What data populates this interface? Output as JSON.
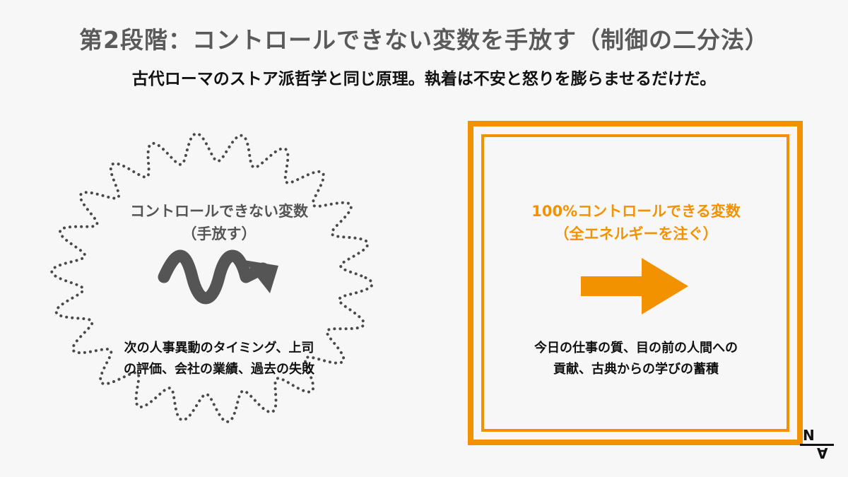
{
  "header": {
    "title": "第2段階：コントロールできない変数を手放す（制御の二分法）",
    "subtitle": "古代ローマのストア派哲学と同じ原理。執着は不安と怒りを膨らませるだけだ。"
  },
  "left_panel": {
    "heading_line1": "コントロールできない変数",
    "heading_line2": "（手放す）",
    "body_line1": "次の人事異動のタイミング、上司",
    "body_line2": "の評価、会社の業績、過去の失敗",
    "icon": "wavy-arrow-icon",
    "color": "#555555"
  },
  "right_panel": {
    "heading_line1": "100%コントロールできる変数",
    "heading_line2": "（全エネルギーを注ぐ）",
    "body_line1": "今日の仕事の質、目の前の人間への",
    "body_line2": "貢献、古典からの学びの蓄積",
    "icon": "straight-arrow-icon",
    "color": "#f39200"
  },
  "logo": {
    "top": "N",
    "bottom": "A"
  }
}
